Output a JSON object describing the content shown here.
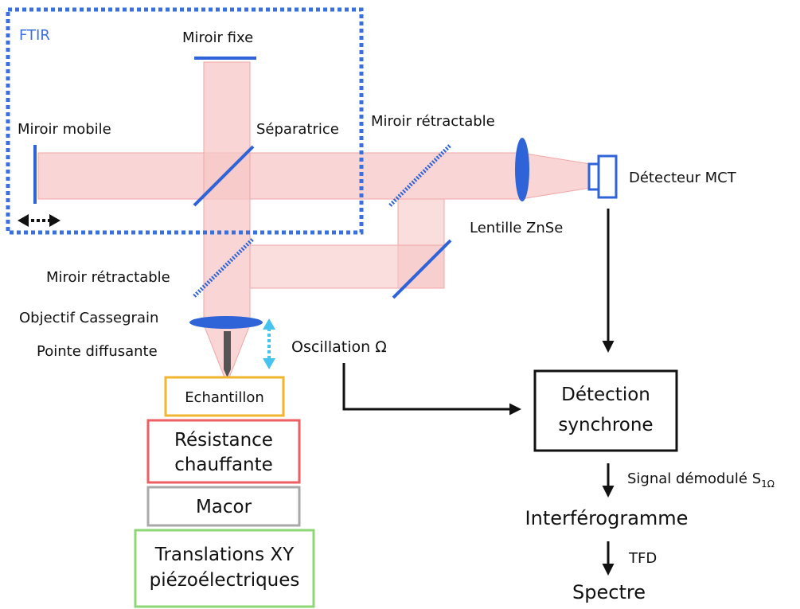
{
  "colors": {
    "ftir_frame": "#3a6fe0",
    "optic": "#2f63d8",
    "beam": "#f7c7c7",
    "beam_edge": "#f0a6a6",
    "echantillon_border": "#f2b62e",
    "resistance_border": "#ee5e62",
    "macor_border": "#a9a9a9",
    "translations_border": "#8fd676",
    "oscillation_arrow": "#46c3ef",
    "tip": "#555555",
    "text": "#111111"
  },
  "labels": {
    "ftir": "FTIR",
    "miroir_fixe": "Miroir fixe",
    "miroir_mobile": "Miroir mobile",
    "separatrice": "Séparatrice",
    "miroir_retractable_top": "Miroir rétractable",
    "miroir_retractable_left": "Miroir rétractable",
    "lentille": "Lentille ZnSe",
    "detecteur": "Détecteur MCT",
    "objectif": "Objectif Cassegrain",
    "pointe": "Pointe diffusante",
    "oscillation": "Oscillation Ω",
    "echantillon": "Echantillon",
    "resistance_line1": "Résistance",
    "resistance_line2": "chauffante",
    "macor": "Macor",
    "translations_line1": "Translations XY",
    "translations_line2": "piézoélectriques",
    "detection_line1": "Détection",
    "detection_line2": "synchrone",
    "signal_text": "Signal démodulé S",
    "signal_subscript": "1Ω",
    "interferogramme": "Interférogramme",
    "tfd": "TFD",
    "spectre": "Spectre"
  },
  "icons": {
    "mirror_motion": "double-arrow-icon",
    "tip_oscillation": "vertical-double-arrow-icon"
  }
}
